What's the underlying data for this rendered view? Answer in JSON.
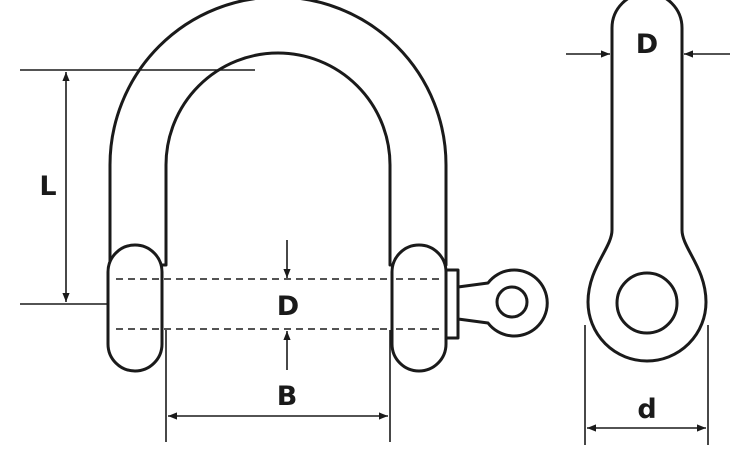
{
  "diagram": {
    "labels": {
      "length": "L",
      "pin_diameter": "D",
      "inside_width": "B",
      "side_view_diameter": "D",
      "eye_diameter": "d"
    }
  }
}
